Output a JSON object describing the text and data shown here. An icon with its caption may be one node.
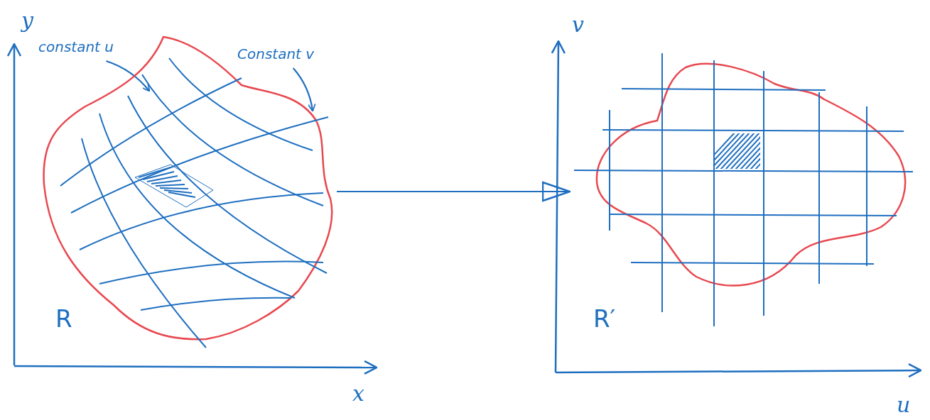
{
  "diagram": {
    "nodes": [
      {
        "text": [
          "R"
        ]
      },
      {
        "text": [
          "R′"
        ]
      },
      {
        "text": [
          "constant u"
        ]
      },
      {
        "text": [
          "Constant v"
        ]
      }
    ],
    "edges": [
      {
        "from": 0,
        "to": 1,
        "arrow": "to"
      },
      {
        "from": 2,
        "to": 0,
        "arrow": "to"
      },
      {
        "from": 3,
        "to": 0,
        "arrow": "to"
      }
    ],
    "labels": [
      "y",
      "x",
      "v",
      "u"
    ]
  }
}
